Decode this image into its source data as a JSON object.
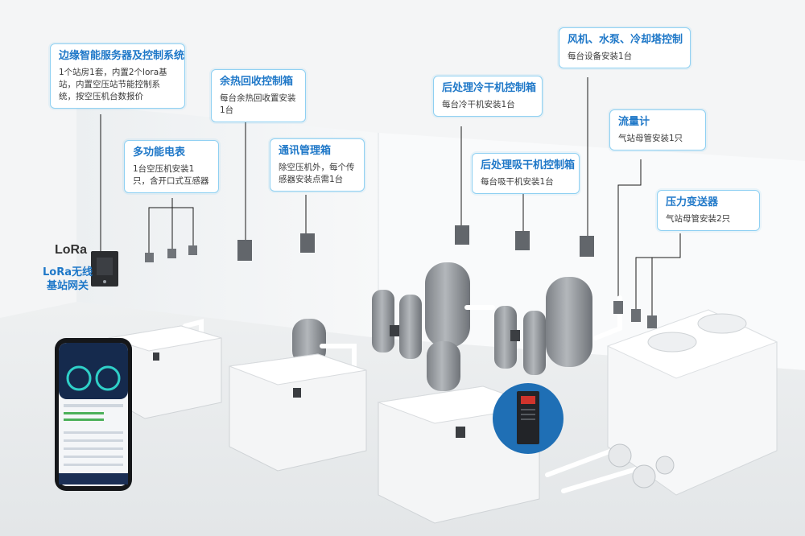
{
  "callouts": [
    {
      "id": "edge-server",
      "title": "边缘智能服务器及控制系统",
      "desc": "1个站房1套，内置2个lora基站，内置空压站节能控制系统，按空压机台数报价"
    },
    {
      "id": "multi-meter",
      "title": "多功能电表",
      "desc": "1台空压机安装1只，含开口式互感器"
    },
    {
      "id": "heat-recovery",
      "title": "余热回收控制箱",
      "desc": "每台余热回收置安装1台"
    },
    {
      "id": "comm-box",
      "title": "通讯管理箱",
      "desc": "除空压机外，每个传感器安装点需1台"
    },
    {
      "id": "cold-dryer",
      "title": "后处理冷干机控制箱",
      "desc": "每台冷干机安装1台"
    },
    {
      "id": "adsorption-dryer",
      "title": "后处理吸干机控制箱",
      "desc": "每台吸干机安装1台"
    },
    {
      "id": "fan-pump-tower",
      "title": "风机、水泵、冷却塔控制",
      "desc": "每台设备安装1台"
    },
    {
      "id": "flowmeter",
      "title": "流量计",
      "desc": "气站母管安装1只"
    },
    {
      "id": "pressure-transmitter",
      "title": "压力变送器",
      "desc": "气站母管安装2只"
    }
  ],
  "gateway": {
    "badge": "LoRa",
    "caption": "LoRa无线基站网关"
  },
  "colors": {
    "accent": "#1f78c8",
    "border": "#8fd0f2",
    "line": "#1a1a1a",
    "panel": "#1f6fb5"
  }
}
